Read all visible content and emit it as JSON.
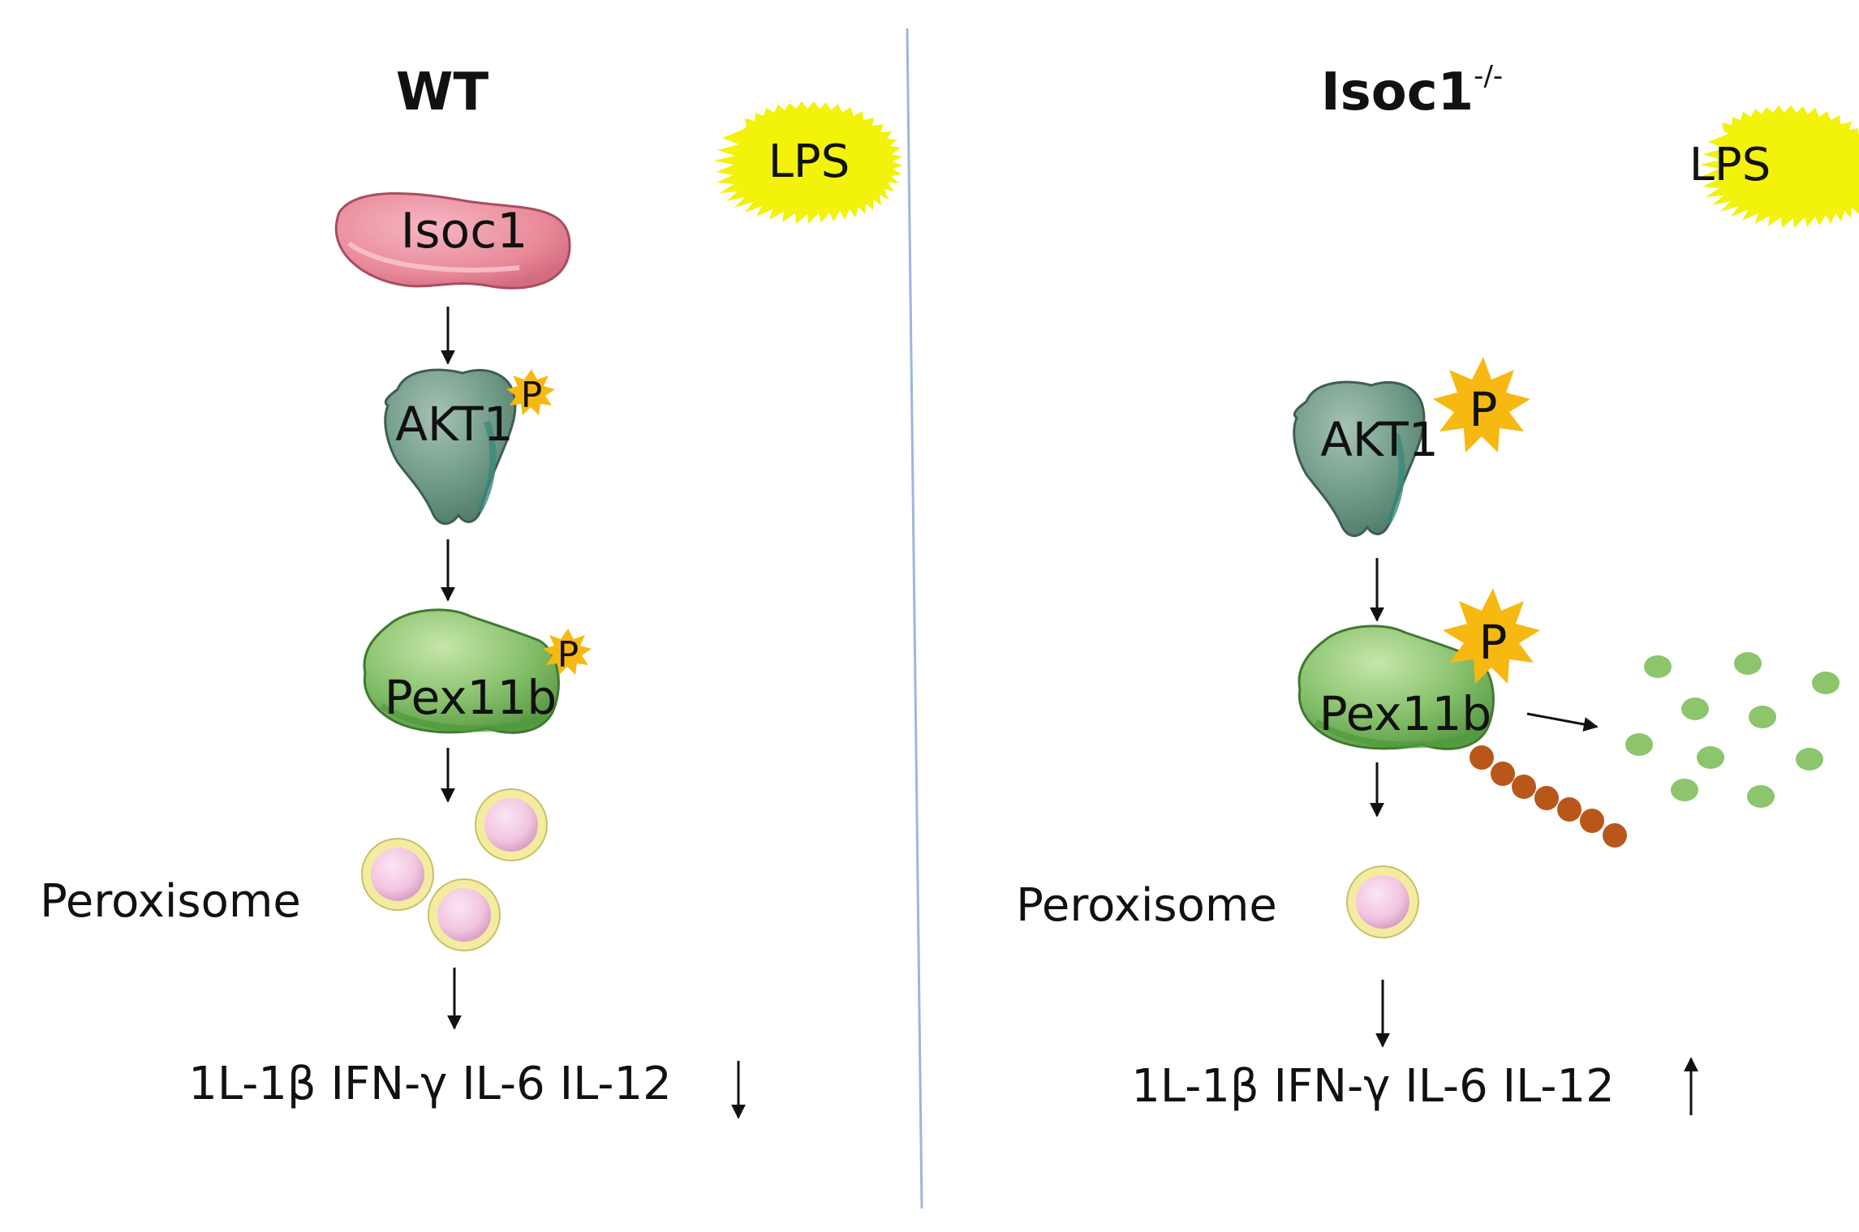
{
  "diagram": {
    "wt_panel": {
      "title": "WT",
      "stimulus": "LPS",
      "isoc1": "Isoc1",
      "akt1": "AKT1",
      "akt1_phospho": "P",
      "pex11b": "Pex11b",
      "pex11b_phospho": "P",
      "peroxisome": "Peroxisome",
      "cytokines": "1L-1β IFN-γ IL-6 IL-12",
      "cytokine_trend": "down"
    },
    "ko_panel": {
      "title": "Isoc1",
      "title_superscript": "-/-",
      "stimulus": "LPS",
      "akt1": "AKT1",
      "akt1_phospho": "P",
      "pex11b": "Pex11b",
      "pex11b_phospho": "P",
      "peroxisome": "Peroxisome",
      "cytokines": "1L-1β IFN-γ IL-6 IL-12",
      "cytokine_trend": "up"
    },
    "colors": {
      "lps_burst": "#f2f20a",
      "isoc1": "#e98a9a",
      "akt1": "#6f9a88",
      "pex11b": "#86c06b",
      "phospho_burst": "#f7b812",
      "peroxisome_ring": "#f3eca0",
      "peroxisome_core": "#f2c4e0",
      "ubiquitin_chain": "#b9571b",
      "degradation_fragments": "#8cc56b",
      "divider": "#9db5e0"
    }
  }
}
